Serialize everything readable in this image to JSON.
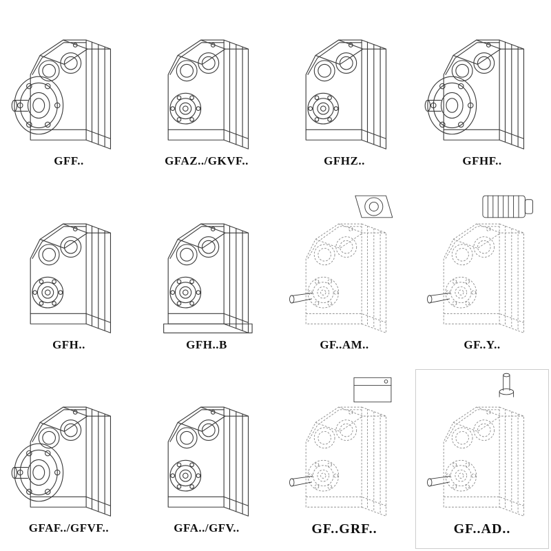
{
  "page": {
    "background": "#ffffff",
    "solid_line_color": "#3a3a3a",
    "dashed_line_color": "#8d8d8d",
    "label_color": "#101010"
  },
  "grid": {
    "columns": 4,
    "rows": 3,
    "items": [
      {
        "label": "GFF..",
        "drawing": "gearbox-flange-mounted"
      },
      {
        "label": "GFAZ../GKVF..",
        "drawing": "gearbox-hollow-shaft"
      },
      {
        "label": "GFHZ..",
        "drawing": "gearbox-hollow-shaft"
      },
      {
        "label": "GFHF..",
        "drawing": "gearbox-flange-mounted"
      },
      {
        "label": "GFH..",
        "drawing": "gearbox-hollow-shaft"
      },
      {
        "label": "GFH..B",
        "drawing": "gearbox-with-base-plate"
      },
      {
        "label": "GF..AM..",
        "drawing": "gearbox-with-input-flange"
      },
      {
        "label": "GF..Y..",
        "drawing": "gearbox-with-motor"
      },
      {
        "label": "GFAF../GFVF..",
        "drawing": "gearbox-flange-mounted"
      },
      {
        "label": "GFA../GFV..",
        "drawing": "gearbox-hollow-shaft"
      },
      {
        "label": "GF..GRF..",
        "drawing": "gearbox-with-terminal-box"
      },
      {
        "label": "GF..AD..",
        "drawing": "gearbox-with-input-adapter"
      }
    ]
  }
}
